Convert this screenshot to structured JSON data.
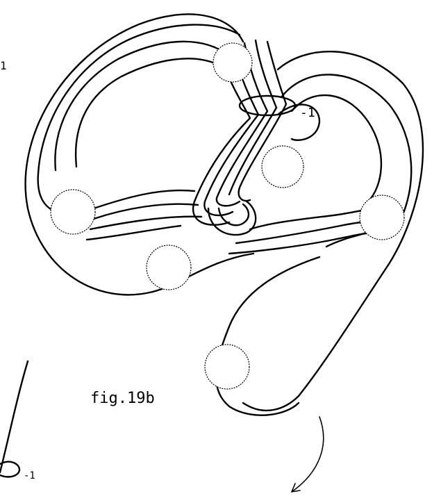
{
  "figure": {
    "caption": "fig.19b",
    "framing_labels": [
      "-1",
      "-1",
      "1"
    ]
  }
}
